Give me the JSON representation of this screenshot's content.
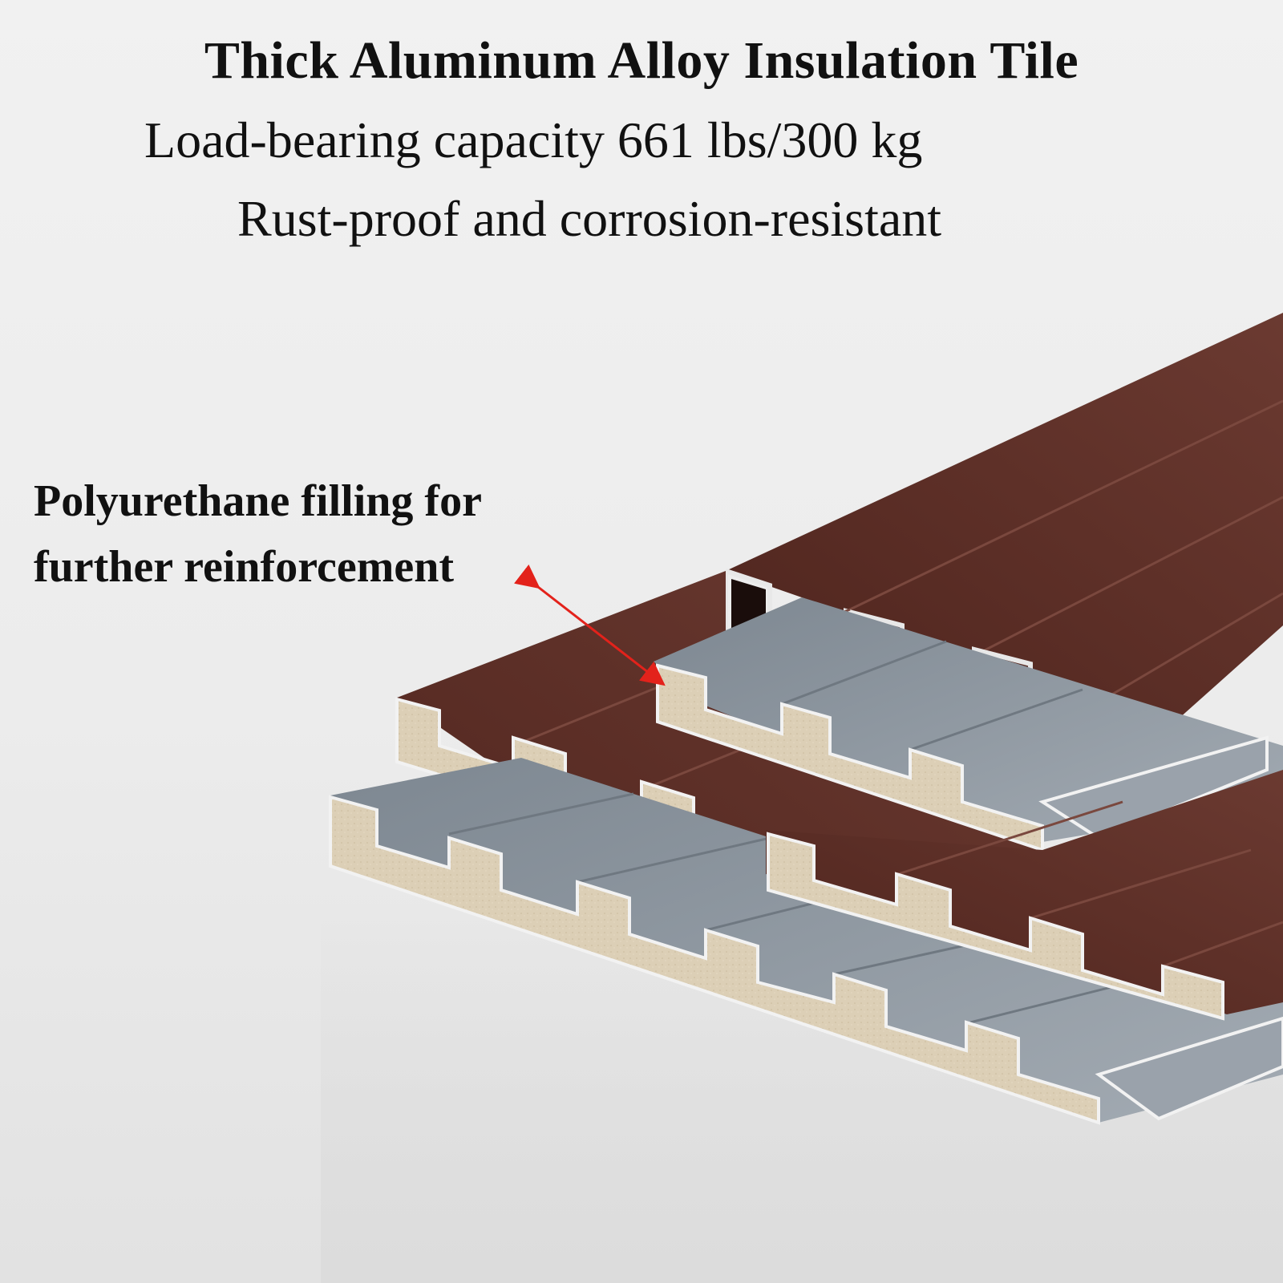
{
  "heading": {
    "title": "Thick Aluminum Alloy Insulation Tile",
    "line1": "Load-bearing capacity 661 lbs/300 kg",
    "line2": "Rust-proof and corrosion-resistant"
  },
  "callout": {
    "line1": "Polyurethane filling for",
    "line2": "further reinforcement"
  },
  "colors": {
    "brown_panel": "#5a2c24",
    "grey_panel": "#8b949e",
    "foam": "#dccfb6",
    "arrow": "#e3221b"
  }
}
